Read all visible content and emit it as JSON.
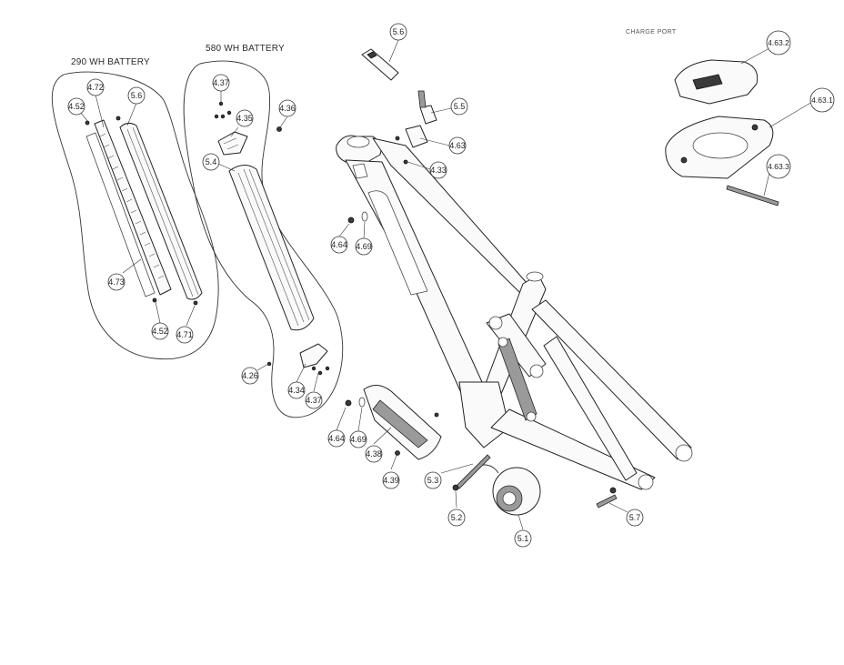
{
  "labels": {
    "battery_290": "290 WH BATTERY",
    "battery_580": "580 WH BATTERY",
    "charge_port": "CHARGE PORT"
  },
  "callouts": [
    {
      "id": "c-4-72",
      "text": "4.72"
    },
    {
      "id": "c-5-6-a",
      "text": "5.6"
    },
    {
      "id": "c-4-52-a",
      "text": "4.52"
    },
    {
      "id": "c-4-73",
      "text": "4.73"
    },
    {
      "id": "c-4-52-b",
      "text": "4.52"
    },
    {
      "id": "c-4-71",
      "text": "4.71"
    },
    {
      "id": "c-4-37-a",
      "text": "4.37"
    },
    {
      "id": "c-4-35",
      "text": "4.35"
    },
    {
      "id": "c-5-4",
      "text": "5.4"
    },
    {
      "id": "c-4-36",
      "text": "4.36"
    },
    {
      "id": "c-4-26",
      "text": "4.26"
    },
    {
      "id": "c-4-34",
      "text": "4.34"
    },
    {
      "id": "c-4-37-b",
      "text": "4.37"
    },
    {
      "id": "c-5-6-b",
      "text": "5.6"
    },
    {
      "id": "c-5-5",
      "text": "5.5"
    },
    {
      "id": "c-4-63",
      "text": "4.63"
    },
    {
      "id": "c-4-33",
      "text": "4.33"
    },
    {
      "id": "c-4-64-a",
      "text": "4.64"
    },
    {
      "id": "c-4-69-a",
      "text": "4.69"
    },
    {
      "id": "c-4-64-b",
      "text": "4.64"
    },
    {
      "id": "c-4-69-b",
      "text": "4.69"
    },
    {
      "id": "c-4-38",
      "text": "4.38"
    },
    {
      "id": "c-4-39",
      "text": "4.39"
    },
    {
      "id": "c-5-3",
      "text": "5.3"
    },
    {
      "id": "c-5-2",
      "text": "5.2"
    },
    {
      "id": "c-5-1",
      "text": "5.1"
    },
    {
      "id": "c-5-7",
      "text": "5.7"
    },
    {
      "id": "c-4-63-2",
      "text": "4.63.2"
    },
    {
      "id": "c-4-63-1",
      "text": "4.63.1"
    },
    {
      "id": "c-4-63-3",
      "text": "4.63.3"
    }
  ]
}
